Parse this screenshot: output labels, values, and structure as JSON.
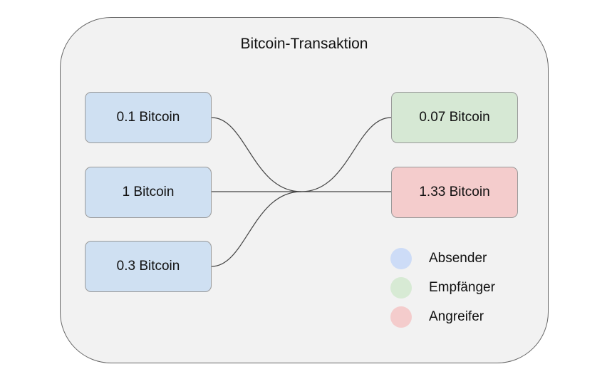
{
  "title": "Bitcoin-Transaktion",
  "inputs": [
    {
      "label": "0.1 Bitcoin",
      "role": "sender"
    },
    {
      "label": "1 Bitcoin",
      "role": "sender"
    },
    {
      "label": "0.3 Bitcoin",
      "role": "sender"
    }
  ],
  "outputs": [
    {
      "label": "0.07 Bitcoin",
      "role": "receiver"
    },
    {
      "label": "1.33 Bitcoin",
      "role": "attacker"
    }
  ],
  "legend": [
    {
      "label": "Absender",
      "role": "sender"
    },
    {
      "label": "Empfänger",
      "role": "receiver"
    },
    {
      "label": "Angreifer",
      "role": "attacker"
    }
  ],
  "colors": {
    "sender": "#cfe0f2",
    "receiver": "#d6e8d4",
    "attacker": "#f4cccc",
    "sender_dot": "#cddcf7",
    "receiver_dot": "#d7ead4",
    "attacker_dot": "#f4cccc",
    "edge": "#444444"
  }
}
